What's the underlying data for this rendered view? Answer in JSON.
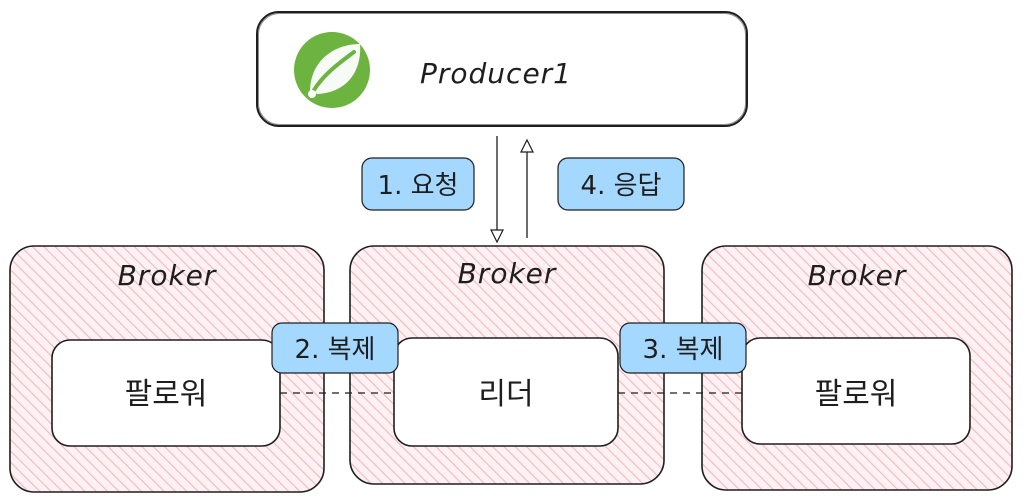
{
  "producer": {
    "title": "Producer1",
    "icon": "spring-leaf-icon"
  },
  "flow": {
    "request_label": "1. 요청",
    "response_label": "4. 응답"
  },
  "brokers": [
    {
      "title": "Broker",
      "role": "팔로워"
    },
    {
      "title": "Broker",
      "role": "리더"
    },
    {
      "title": "Broker",
      "role": "팔로워"
    }
  ],
  "replication": {
    "left_label": "2. 복제",
    "right_label": "3. 복제"
  },
  "colors": {
    "broker_fill": "#fbe9ec",
    "broker_hatch": "#f2b8c2",
    "badge_fill": "#a5d8ff",
    "stroke": "#1e1e1e",
    "spring_green": "#6db33f"
  }
}
